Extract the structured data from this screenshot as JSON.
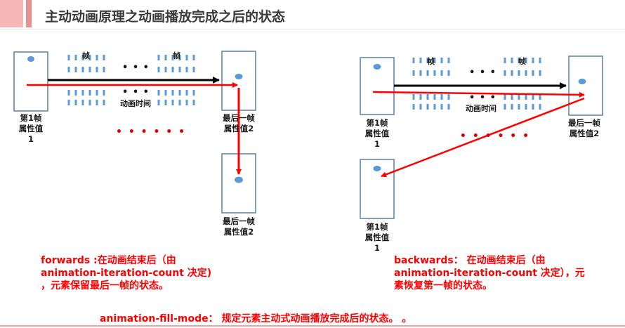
{
  "title": "主动动画原理之动画播放完成之后的状态",
  "frame_mark": "帧",
  "ellipsis_black": "• • •",
  "ellipsis_red": "• • •  • • •",
  "animation_time": "动画时间",
  "first_frame": {
    "line1": "第1帧",
    "line2": "属性值",
    "line3": "1"
  },
  "last_frame": {
    "line1": "最后一帧",
    "line2": "属性值2"
  },
  "forwards_desc": {
    "line1": "forwards :在动画结束后（由",
    "line2": "animation-iteration-count 决定)",
    "line3": "，元素保留最后一帧的状态。"
  },
  "backwards_desc": {
    "line1": "backwards： 在动画结束后（由",
    "line2": "animation-iteration-count 决定），元",
    "line3": "素恢复第一帧的状态。"
  },
  "footer": "animation-fill-mode： 规定元素主动式动画播放完成后的状态。 。",
  "colors": {
    "arrow_red": "#ff0000",
    "box_border": "#5b7fa6",
    "dot_blue": "#5b9bd5",
    "tick_blue": "#5b9bd5"
  }
}
